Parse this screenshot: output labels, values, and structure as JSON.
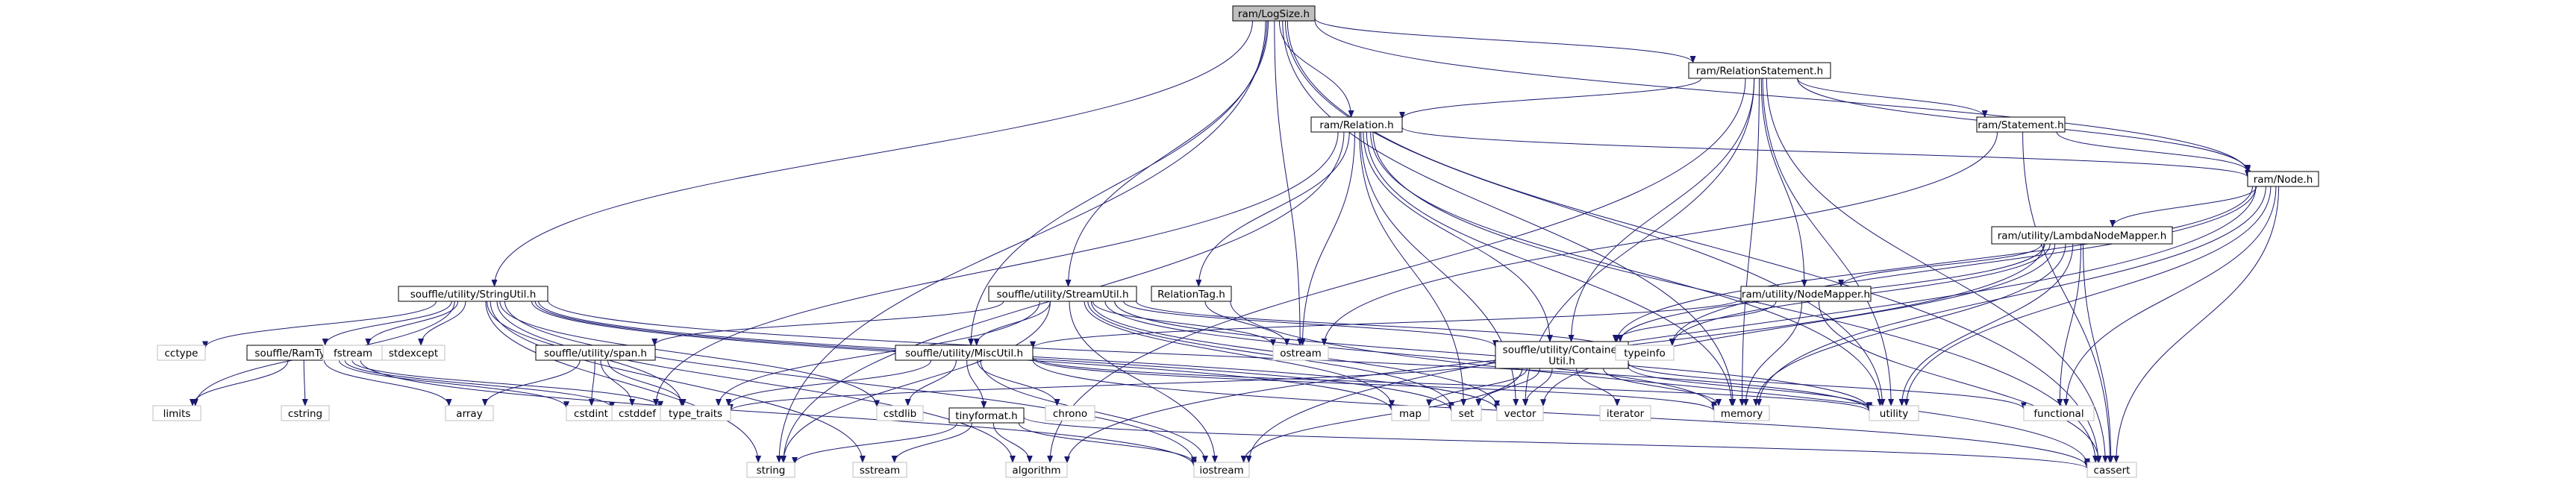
{
  "diagram": {
    "title_node": "ram/LogSize.h",
    "colors": {
      "edge": "#191970",
      "node_border": "#000000",
      "sys_border": "#bfbfbf",
      "root_fill": "#bfbfbf",
      "node_fill": "#ffffff"
    },
    "nodes": [
      {
        "id": "logsize",
        "lines": [
          "ram/LogSize.h"
        ],
        "kind": "root"
      },
      {
        "id": "relstmt",
        "lines": [
          "ram/RelationStatement.h"
        ],
        "kind": "header"
      },
      {
        "id": "relation",
        "lines": [
          "ram/Relation.h"
        ],
        "kind": "header"
      },
      {
        "id": "statement",
        "lines": [
          "ram/Statement.h"
        ],
        "kind": "header"
      },
      {
        "id": "node",
        "lines": [
          "ram/Node.h"
        ],
        "kind": "header"
      },
      {
        "id": "lnm",
        "lines": [
          "ram/utility/LambdaNodeMapper.h"
        ],
        "kind": "header"
      },
      {
        "id": "stringutil",
        "lines": [
          "souffle/utility/StringUtil.h"
        ],
        "kind": "header"
      },
      {
        "id": "streamutil",
        "lines": [
          "souffle/utility/StreamUtil.h"
        ],
        "kind": "header"
      },
      {
        "id": "reltag",
        "lines": [
          "RelationTag.h"
        ],
        "kind": "header"
      },
      {
        "id": "nodemapper",
        "lines": [
          "ram/utility/NodeMapper.h"
        ],
        "kind": "header"
      },
      {
        "id": "container",
        "lines": [
          "souffle/utility/Container",
          "Util.h"
        ],
        "kind": "header"
      },
      {
        "id": "ramtypes",
        "lines": [
          "souffle/RamTypes.h"
        ],
        "kind": "header"
      },
      {
        "id": "span",
        "lines": [
          "souffle/utility/span.h"
        ],
        "kind": "header"
      },
      {
        "id": "miscutil",
        "lines": [
          "souffle/utility/MiscUtil.h"
        ],
        "kind": "header"
      },
      {
        "id": "tinyformat",
        "lines": [
          "tinyformat.h"
        ],
        "kind": "header"
      },
      {
        "id": "cctype",
        "lines": [
          "cctype"
        ],
        "kind": "system"
      },
      {
        "id": "fstream",
        "lines": [
          "fstream"
        ],
        "kind": "system"
      },
      {
        "id": "stdexcept",
        "lines": [
          "stdexcept"
        ],
        "kind": "system"
      },
      {
        "id": "limits",
        "lines": [
          "limits"
        ],
        "kind": "system"
      },
      {
        "id": "cstring",
        "lines": [
          "cstring"
        ],
        "kind": "system"
      },
      {
        "id": "array",
        "lines": [
          "array"
        ],
        "kind": "system"
      },
      {
        "id": "cstdint",
        "lines": [
          "cstdint"
        ],
        "kind": "system"
      },
      {
        "id": "cstddef",
        "lines": [
          "cstddef"
        ],
        "kind": "system"
      },
      {
        "id": "type_traits",
        "lines": [
          "type_traits"
        ],
        "kind": "system"
      },
      {
        "id": "cstdlib",
        "lines": [
          "cstdlib"
        ],
        "kind": "system"
      },
      {
        "id": "chrono",
        "lines": [
          "chrono"
        ],
        "kind": "system"
      },
      {
        "id": "ostream",
        "lines": [
          "ostream"
        ],
        "kind": "system"
      },
      {
        "id": "typeinfo",
        "lines": [
          "typeinfo"
        ],
        "kind": "system"
      },
      {
        "id": "map",
        "lines": [
          "map"
        ],
        "kind": "system"
      },
      {
        "id": "set",
        "lines": [
          "set"
        ],
        "kind": "system"
      },
      {
        "id": "vector",
        "lines": [
          "vector"
        ],
        "kind": "system"
      },
      {
        "id": "iterator",
        "lines": [
          "iterator"
        ],
        "kind": "system"
      },
      {
        "id": "memory",
        "lines": [
          "memory"
        ],
        "kind": "system"
      },
      {
        "id": "utility",
        "lines": [
          "utility"
        ],
        "kind": "system"
      },
      {
        "id": "functional",
        "lines": [
          "functional"
        ],
        "kind": "system"
      },
      {
        "id": "string",
        "lines": [
          "string"
        ],
        "kind": "system"
      },
      {
        "id": "sstream",
        "lines": [
          "sstream"
        ],
        "kind": "system"
      },
      {
        "id": "algorithm",
        "lines": [
          "algorithm"
        ],
        "kind": "system"
      },
      {
        "id": "iostream",
        "lines": [
          "iostream"
        ],
        "kind": "system"
      },
      {
        "id": "cassert",
        "lines": [
          "cassert"
        ],
        "kind": "system"
      }
    ],
    "edges": [
      [
        "logsize",
        "relstmt"
      ],
      [
        "logsize",
        "relation"
      ],
      [
        "logsize",
        "node"
      ],
      [
        "logsize",
        "stringutil"
      ],
      [
        "logsize",
        "streamutil"
      ],
      [
        "logsize",
        "miscutil"
      ],
      [
        "logsize",
        "ostream"
      ],
      [
        "logsize",
        "memory"
      ],
      [
        "logsize",
        "utility"
      ],
      [
        "logsize",
        "string"
      ],
      [
        "logsize",
        "cassert"
      ],
      [
        "relstmt",
        "relation"
      ],
      [
        "relstmt",
        "statement"
      ],
      [
        "relstmt",
        "node"
      ],
      [
        "relstmt",
        "nodemapper"
      ],
      [
        "relstmt",
        "container"
      ],
      [
        "relstmt",
        "memory"
      ],
      [
        "relstmt",
        "utility"
      ],
      [
        "relstmt",
        "vector"
      ],
      [
        "relstmt",
        "cassert"
      ],
      [
        "relstmt",
        "algorithm"
      ],
      [
        "relation",
        "node"
      ],
      [
        "relation",
        "reltag"
      ],
      [
        "relation",
        "container"
      ],
      [
        "relation",
        "cstddef"
      ],
      [
        "relation",
        "ostream"
      ],
      [
        "relation",
        "string"
      ],
      [
        "relation",
        "memory"
      ],
      [
        "relation",
        "utility"
      ],
      [
        "relation",
        "vector"
      ],
      [
        "relation",
        "cassert"
      ],
      [
        "relation",
        "set"
      ],
      [
        "statement",
        "node"
      ],
      [
        "statement",
        "ostream"
      ],
      [
        "statement",
        "cassert"
      ],
      [
        "node",
        "lnm"
      ],
      [
        "node",
        "container"
      ],
      [
        "node",
        "functional"
      ],
      [
        "node",
        "typeinfo"
      ],
      [
        "node",
        "memory"
      ],
      [
        "node",
        "utility"
      ],
      [
        "node",
        "cassert"
      ],
      [
        "node",
        "iostream"
      ],
      [
        "lnm",
        "nodemapper"
      ],
      [
        "lnm",
        "container"
      ],
      [
        "lnm",
        "functional"
      ],
      [
        "lnm",
        "typeinfo"
      ],
      [
        "lnm",
        "memory"
      ],
      [
        "lnm",
        "utility"
      ],
      [
        "lnm",
        "cassert"
      ],
      [
        "lnm",
        "vector"
      ],
      [
        "lnm",
        "algorithm"
      ],
      [
        "nodemapper",
        "container"
      ],
      [
        "nodemapper",
        "miscutil"
      ],
      [
        "nodemapper",
        "memory"
      ],
      [
        "nodemapper",
        "cassert"
      ],
      [
        "container",
        "type_traits"
      ],
      [
        "container",
        "map"
      ],
      [
        "container",
        "set"
      ],
      [
        "container",
        "vector"
      ],
      [
        "container",
        "iterator"
      ],
      [
        "container",
        "memory"
      ],
      [
        "container",
        "utility"
      ],
      [
        "container",
        "functional"
      ],
      [
        "container",
        "iostream"
      ],
      [
        "stringutil",
        "cctype"
      ],
      [
        "stringutil",
        "fstream"
      ],
      [
        "stringutil",
        "ramtypes"
      ],
      [
        "stringutil",
        "stdexcept"
      ],
      [
        "stringutil",
        "limits"
      ],
      [
        "stringutil",
        "type_traits"
      ],
      [
        "stringutil",
        "cstdlib"
      ],
      [
        "stringutil",
        "string"
      ],
      [
        "stringutil",
        "sstream"
      ],
      [
        "stringutil",
        "algorithm"
      ],
      [
        "stringutil",
        "iostream"
      ],
      [
        "stringutil",
        "set"
      ],
      [
        "stringutil",
        "vector"
      ],
      [
        "stringutil",
        "map"
      ],
      [
        "stringutil",
        "utility"
      ],
      [
        "ramtypes",
        "limits"
      ],
      [
        "ramtypes",
        "cstring"
      ],
      [
        "ramtypes",
        "array"
      ],
      [
        "ramtypes",
        "cstdint"
      ],
      [
        "ramtypes",
        "cstddef"
      ],
      [
        "ramtypes",
        "type_traits"
      ],
      [
        "ramtypes",
        "iostream"
      ],
      [
        "streamutil",
        "span"
      ],
      [
        "streamutil",
        "miscutil"
      ],
      [
        "streamutil",
        "container"
      ],
      [
        "streamutil",
        "ostream"
      ],
      [
        "streamutil",
        "typeinfo"
      ],
      [
        "streamutil",
        "type_traits"
      ],
      [
        "streamutil",
        "string"
      ],
      [
        "streamutil",
        "map"
      ],
      [
        "streamutil",
        "set"
      ],
      [
        "streamutil",
        "vector"
      ],
      [
        "streamutil",
        "memory"
      ],
      [
        "streamutil",
        "utility"
      ],
      [
        "streamutil",
        "iostream"
      ],
      [
        "span",
        "array"
      ],
      [
        "span",
        "cstdint"
      ],
      [
        "span",
        "cstddef"
      ],
      [
        "span",
        "type_traits"
      ],
      [
        "miscutil",
        "tinyformat"
      ],
      [
        "miscutil",
        "chrono"
      ],
      [
        "miscutil",
        "cstdlib"
      ],
      [
        "miscutil",
        "type_traits"
      ],
      [
        "miscutil",
        "memory"
      ],
      [
        "miscutil",
        "utility"
      ],
      [
        "miscutil",
        "iostream"
      ],
      [
        "miscutil",
        "cassert"
      ],
      [
        "tinyformat",
        "string"
      ],
      [
        "tinyformat",
        "sstream"
      ],
      [
        "tinyformat",
        "algorithm"
      ],
      [
        "tinyformat",
        "iostream"
      ],
      [
        "tinyformat",
        "cassert"
      ],
      [
        "reltag",
        "ostream"
      ],
      [
        "reltag",
        "cassert"
      ]
    ]
  }
}
